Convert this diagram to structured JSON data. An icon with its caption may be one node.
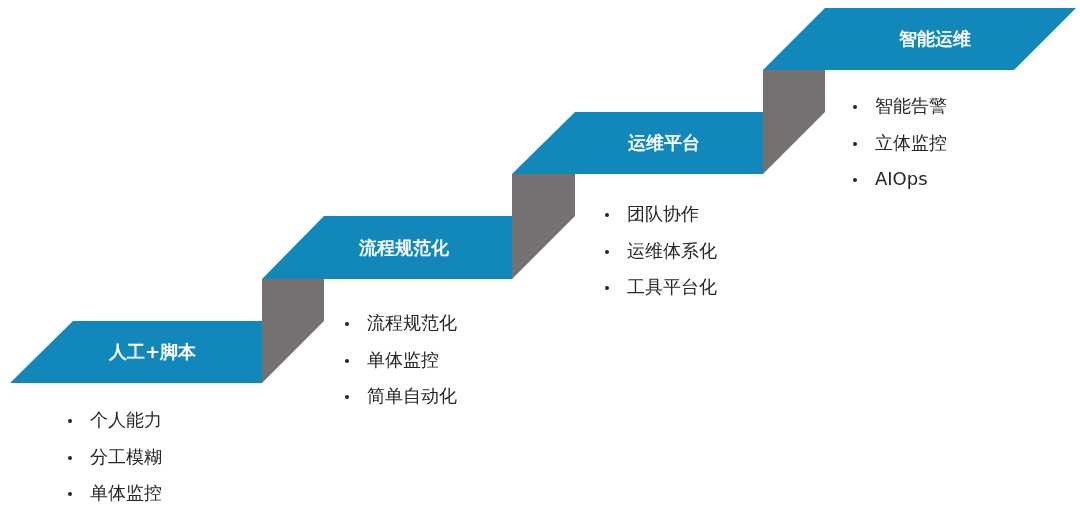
{
  "diagram": {
    "nodes": [
      {
        "text": [
          "人工+脚本"
        ],
        "beside": [
          "个人能力",
          "分工模糊",
          "单体监控"
        ]
      },
      {
        "text": [
          "流程规范化"
        ],
        "beside": [
          "流程规范化",
          "单体监控",
          "简单自动化"
        ]
      },
      {
        "text": [
          "运维平台"
        ],
        "beside": [
          "团队协作",
          "运维体系化",
          "工具平台化"
        ]
      },
      {
        "text": [
          "智能运维"
        ],
        "beside": [
          "智能告警",
          "立体监控",
          "AIOps"
        ]
      }
    ]
  }
}
